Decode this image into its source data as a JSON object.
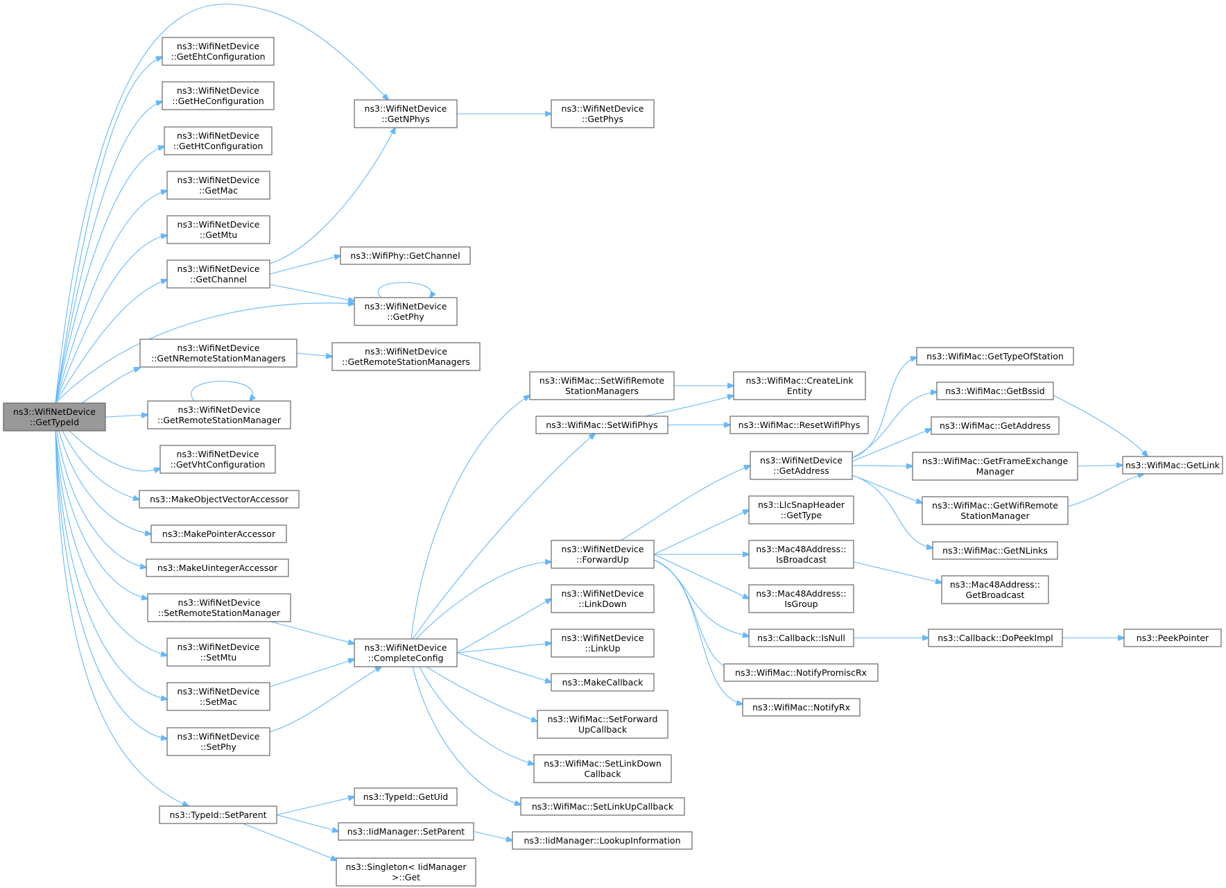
{
  "diagram": {
    "nodes": [
      {
        "id": "root",
        "lines": [
          "ns3::WifiNetDevice",
          "::GetTypeId"
        ],
        "root": true
      },
      {
        "id": "getEht",
        "lines": [
          "ns3::WifiNetDevice",
          "::GetEhtConfiguration"
        ]
      },
      {
        "id": "getHe",
        "lines": [
          "ns3::WifiNetDevice",
          "::GetHeConfiguration"
        ]
      },
      {
        "id": "getHt",
        "lines": [
          "ns3::WifiNetDevice",
          "::GetHtConfiguration"
        ]
      },
      {
        "id": "getMac",
        "lines": [
          "ns3::WifiNetDevice",
          "::GetMac"
        ]
      },
      {
        "id": "getMtu",
        "lines": [
          "ns3::WifiNetDevice",
          "::GetMtu"
        ]
      },
      {
        "id": "getChannel",
        "lines": [
          "ns3::WifiNetDevice",
          "::GetChannel"
        ]
      },
      {
        "id": "getNRSM",
        "lines": [
          "ns3::WifiNetDevice",
          "::GetNRemoteStationManagers"
        ]
      },
      {
        "id": "getRSM",
        "lines": [
          "ns3::WifiNetDevice",
          "::GetRemoteStationManager"
        ]
      },
      {
        "id": "getVht",
        "lines": [
          "ns3::WifiNetDevice",
          "::GetVhtConfiguration"
        ]
      },
      {
        "id": "mkObjVec",
        "lines": [
          "ns3::MakeObjectVectorAccessor"
        ]
      },
      {
        "id": "mkPtr",
        "lines": [
          "ns3::MakePointerAccessor"
        ]
      },
      {
        "id": "mkUint",
        "lines": [
          "ns3::MakeUintegerAccessor"
        ]
      },
      {
        "id": "setRSM",
        "lines": [
          "ns3::WifiNetDevice",
          "::SetRemoteStationManager"
        ]
      },
      {
        "id": "setMtu",
        "lines": [
          "ns3::WifiNetDevice",
          "::SetMtu"
        ]
      },
      {
        "id": "setMac",
        "lines": [
          "ns3::WifiNetDevice",
          "::SetMac"
        ]
      },
      {
        "id": "setPhy",
        "lines": [
          "ns3::WifiNetDevice",
          "::SetPhy"
        ]
      },
      {
        "id": "setParent",
        "lines": [
          "ns3::TypeId::SetParent"
        ]
      },
      {
        "id": "getNPhys",
        "lines": [
          "ns3::WifiNetDevice",
          "::GetNPhys"
        ]
      },
      {
        "id": "getPhys",
        "lines": [
          "ns3::WifiNetDevice",
          "::GetPhys"
        ]
      },
      {
        "id": "phyGetChannel",
        "lines": [
          "ns3::WifiPhy::GetChannel"
        ]
      },
      {
        "id": "getPhy",
        "lines": [
          "ns3::WifiNetDevice",
          "::GetPhy"
        ]
      },
      {
        "id": "getRSMs",
        "lines": [
          "ns3::WifiNetDevice",
          "::GetRemoteStationManagers"
        ]
      },
      {
        "id": "completeConfig",
        "lines": [
          "ns3::WifiNetDevice",
          "::CompleteConfig"
        ]
      },
      {
        "id": "getUid",
        "lines": [
          "ns3::TypeId::GetUid"
        ]
      },
      {
        "id": "iidSetParent",
        "lines": [
          "ns3::IidManager::SetParent"
        ]
      },
      {
        "id": "singletonGet",
        "lines": [
          "ns3::Singleton< IidManager",
          ">::Get"
        ]
      },
      {
        "id": "lookupInfo",
        "lines": [
          "ns3::IidManager::LookupInformation"
        ]
      },
      {
        "id": "setWifiRSMs",
        "lines": [
          "ns3::WifiMac::SetWifiRemote",
          "StationManagers"
        ]
      },
      {
        "id": "setWifiPhys",
        "lines": [
          "ns3::WifiMac::SetWifiPhys"
        ]
      },
      {
        "id": "forwardUp",
        "lines": [
          "ns3::WifiNetDevice",
          "::ForwardUp"
        ]
      },
      {
        "id": "linkDown",
        "lines": [
          "ns3::WifiNetDevice",
          "::LinkDown"
        ]
      },
      {
        "id": "linkUp",
        "lines": [
          "ns3::WifiNetDevice",
          "::LinkUp"
        ]
      },
      {
        "id": "makeCallback",
        "lines": [
          "ns3::MakeCallback"
        ]
      },
      {
        "id": "setFwdUp",
        "lines": [
          "ns3::WifiMac::SetForward",
          "UpCallback"
        ]
      },
      {
        "id": "setLinkDownCb",
        "lines": [
          "ns3::WifiMac::SetLinkDown",
          "Callback"
        ]
      },
      {
        "id": "setLinkUpCb",
        "lines": [
          "ns3::WifiMac::SetLinkUpCallback"
        ]
      },
      {
        "id": "createLink",
        "lines": [
          "ns3::WifiMac::CreateLink",
          "Entity"
        ]
      },
      {
        "id": "resetPhys",
        "lines": [
          "ns3::WifiMac::ResetWifiPhys"
        ]
      },
      {
        "id": "devGetAddress",
        "lines": [
          "ns3::WifiNetDevice",
          "::GetAddress"
        ]
      },
      {
        "id": "llcGetType",
        "lines": [
          "ns3::LlcSnapHeader",
          "::GetType"
        ]
      },
      {
        "id": "isBroadcast",
        "lines": [
          "ns3::Mac48Address::",
          "IsBroadcast"
        ]
      },
      {
        "id": "isGroup",
        "lines": [
          "ns3::Mac48Address::",
          "IsGroup"
        ]
      },
      {
        "id": "isNull",
        "lines": [
          "ns3::Callback::IsNull"
        ]
      },
      {
        "id": "notifyPromisc",
        "lines": [
          "ns3::WifiMac::NotifyPromiscRx"
        ]
      },
      {
        "id": "notifyRx",
        "lines": [
          "ns3::WifiMac::NotifyRx"
        ]
      },
      {
        "id": "getTypeOfStation",
        "lines": [
          "ns3::WifiMac::GetTypeOfStation"
        ]
      },
      {
        "id": "getBssid",
        "lines": [
          "ns3::WifiMac::GetBssid"
        ]
      },
      {
        "id": "macGetAddress",
        "lines": [
          "ns3::WifiMac::GetAddress"
        ]
      },
      {
        "id": "getFEM",
        "lines": [
          "ns3::WifiMac::GetFrameExchange",
          "Manager"
        ]
      },
      {
        "id": "getWifiRSM",
        "lines": [
          "ns3::WifiMac::GetWifiRemote",
          "StationManager"
        ]
      },
      {
        "id": "getNLinks",
        "lines": [
          "ns3::WifiMac::GetNLinks"
        ]
      },
      {
        "id": "getBroadcast",
        "lines": [
          "ns3::Mac48Address::",
          "GetBroadcast"
        ]
      },
      {
        "id": "doPeekImpl",
        "lines": [
          "ns3::Callback::DoPeekImpl"
        ]
      },
      {
        "id": "getLink",
        "lines": [
          "ns3::WifiMac::GetLink"
        ]
      },
      {
        "id": "peekPointer",
        "lines": [
          "ns3::PeekPointer"
        ]
      }
    ],
    "edges": [
      [
        "root",
        "getEht"
      ],
      [
        "root",
        "getHe"
      ],
      [
        "root",
        "getHt"
      ],
      [
        "root",
        "getMac"
      ],
      [
        "root",
        "getMtu"
      ],
      [
        "root",
        "getChannel"
      ],
      [
        "root",
        "getNRSM"
      ],
      [
        "root",
        "getRSM"
      ],
      [
        "root",
        "getVht"
      ],
      [
        "root",
        "mkObjVec"
      ],
      [
        "root",
        "mkPtr"
      ],
      [
        "root",
        "mkUint"
      ],
      [
        "root",
        "setRSM"
      ],
      [
        "root",
        "setMtu"
      ],
      [
        "root",
        "setMac"
      ],
      [
        "root",
        "setPhy"
      ],
      [
        "root",
        "setParent"
      ],
      [
        "root",
        "getNPhys"
      ],
      [
        "root",
        "getPhy"
      ],
      [
        "getChannel",
        "getNPhys"
      ],
      [
        "getChannel",
        "phyGetChannel"
      ],
      [
        "getChannel",
        "getPhy"
      ],
      [
        "getNPhys",
        "getPhys"
      ],
      [
        "getPhy",
        "getPhy"
      ],
      [
        "getRSM",
        "getRSM"
      ],
      [
        "getNRSM",
        "getRSMs"
      ],
      [
        "setRSM",
        "completeConfig"
      ],
      [
        "setMac",
        "completeConfig"
      ],
      [
        "setPhy",
        "completeConfig"
      ],
      [
        "setParent",
        "getUid"
      ],
      [
        "setParent",
        "iidSetParent"
      ],
      [
        "setParent",
        "singletonGet"
      ],
      [
        "iidSetParent",
        "lookupInfo"
      ],
      [
        "completeConfig",
        "setWifiRSMs"
      ],
      [
        "completeConfig",
        "setWifiPhys"
      ],
      [
        "completeConfig",
        "forwardUp"
      ],
      [
        "completeConfig",
        "linkDown"
      ],
      [
        "completeConfig",
        "linkUp"
      ],
      [
        "completeConfig",
        "makeCallback"
      ],
      [
        "completeConfig",
        "setFwdUp"
      ],
      [
        "completeConfig",
        "setLinkDownCb"
      ],
      [
        "completeConfig",
        "setLinkUpCb"
      ],
      [
        "setWifiRSMs",
        "createLink"
      ],
      [
        "setWifiPhys",
        "createLink"
      ],
      [
        "setWifiPhys",
        "resetPhys"
      ],
      [
        "forwardUp",
        "devGetAddress"
      ],
      [
        "forwardUp",
        "llcGetType"
      ],
      [
        "forwardUp",
        "isBroadcast"
      ],
      [
        "forwardUp",
        "isGroup"
      ],
      [
        "forwardUp",
        "isNull"
      ],
      [
        "forwardUp",
        "notifyPromisc"
      ],
      [
        "forwardUp",
        "notifyRx"
      ],
      [
        "devGetAddress",
        "getTypeOfStation"
      ],
      [
        "devGetAddress",
        "getBssid"
      ],
      [
        "devGetAddress",
        "macGetAddress"
      ],
      [
        "devGetAddress",
        "getFEM"
      ],
      [
        "devGetAddress",
        "getWifiRSM"
      ],
      [
        "devGetAddress",
        "getNLinks"
      ],
      [
        "getBssid",
        "getLink"
      ],
      [
        "getFEM",
        "getLink"
      ],
      [
        "getWifiRSM",
        "getLink"
      ],
      [
        "isBroadcast",
        "getBroadcast"
      ],
      [
        "isNull",
        "doPeekImpl"
      ],
      [
        "doPeekImpl",
        "peekPointer"
      ]
    ]
  }
}
